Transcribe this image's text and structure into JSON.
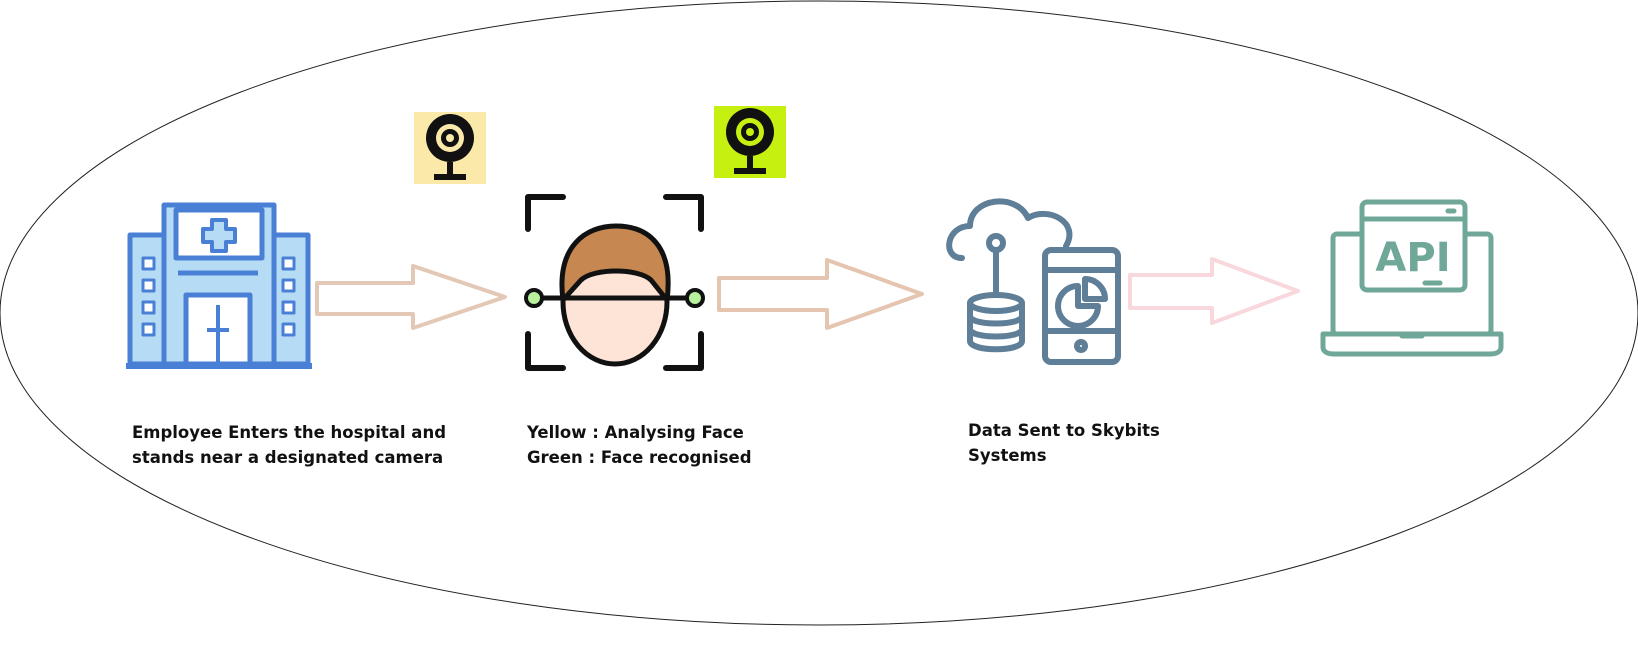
{
  "diagram": {
    "steps": [
      {
        "id": "hospital",
        "icon": "hospital-icon",
        "caption": [
          "Employee Enters the hospital and",
          "stands near a designated camera"
        ]
      },
      {
        "id": "face-scan",
        "icon": "face-scan-icon",
        "caption": [
          "Yellow : Analysing Face",
          "Green : Face recognised"
        ]
      },
      {
        "id": "data",
        "icon": "cloud-database-phone-icon",
        "caption": [
          "Data Sent to Skybits",
          "Systems"
        ]
      },
      {
        "id": "api",
        "icon": "laptop-api-icon",
        "api_text": "API"
      }
    ],
    "cameras": [
      {
        "icon": "webcam-icon",
        "state": "analysing",
        "background": "#fbe9aa"
      },
      {
        "icon": "webcam-icon",
        "state": "recognised",
        "background": "#c6f010"
      }
    ],
    "colors": {
      "hospital_fill": "#b5dcf4",
      "hospital_stroke": "#4a7fd6",
      "face_skin": "#fde4d6",
      "face_hair": "#c68751",
      "face_dots": "#b9f09c",
      "data_stroke": "#5f7f99",
      "api_stroke": "#6fa799",
      "arrow1": "#e3c8b6",
      "arrow2": "#e5c4b0",
      "arrow3": "#f8d8dc"
    }
  }
}
